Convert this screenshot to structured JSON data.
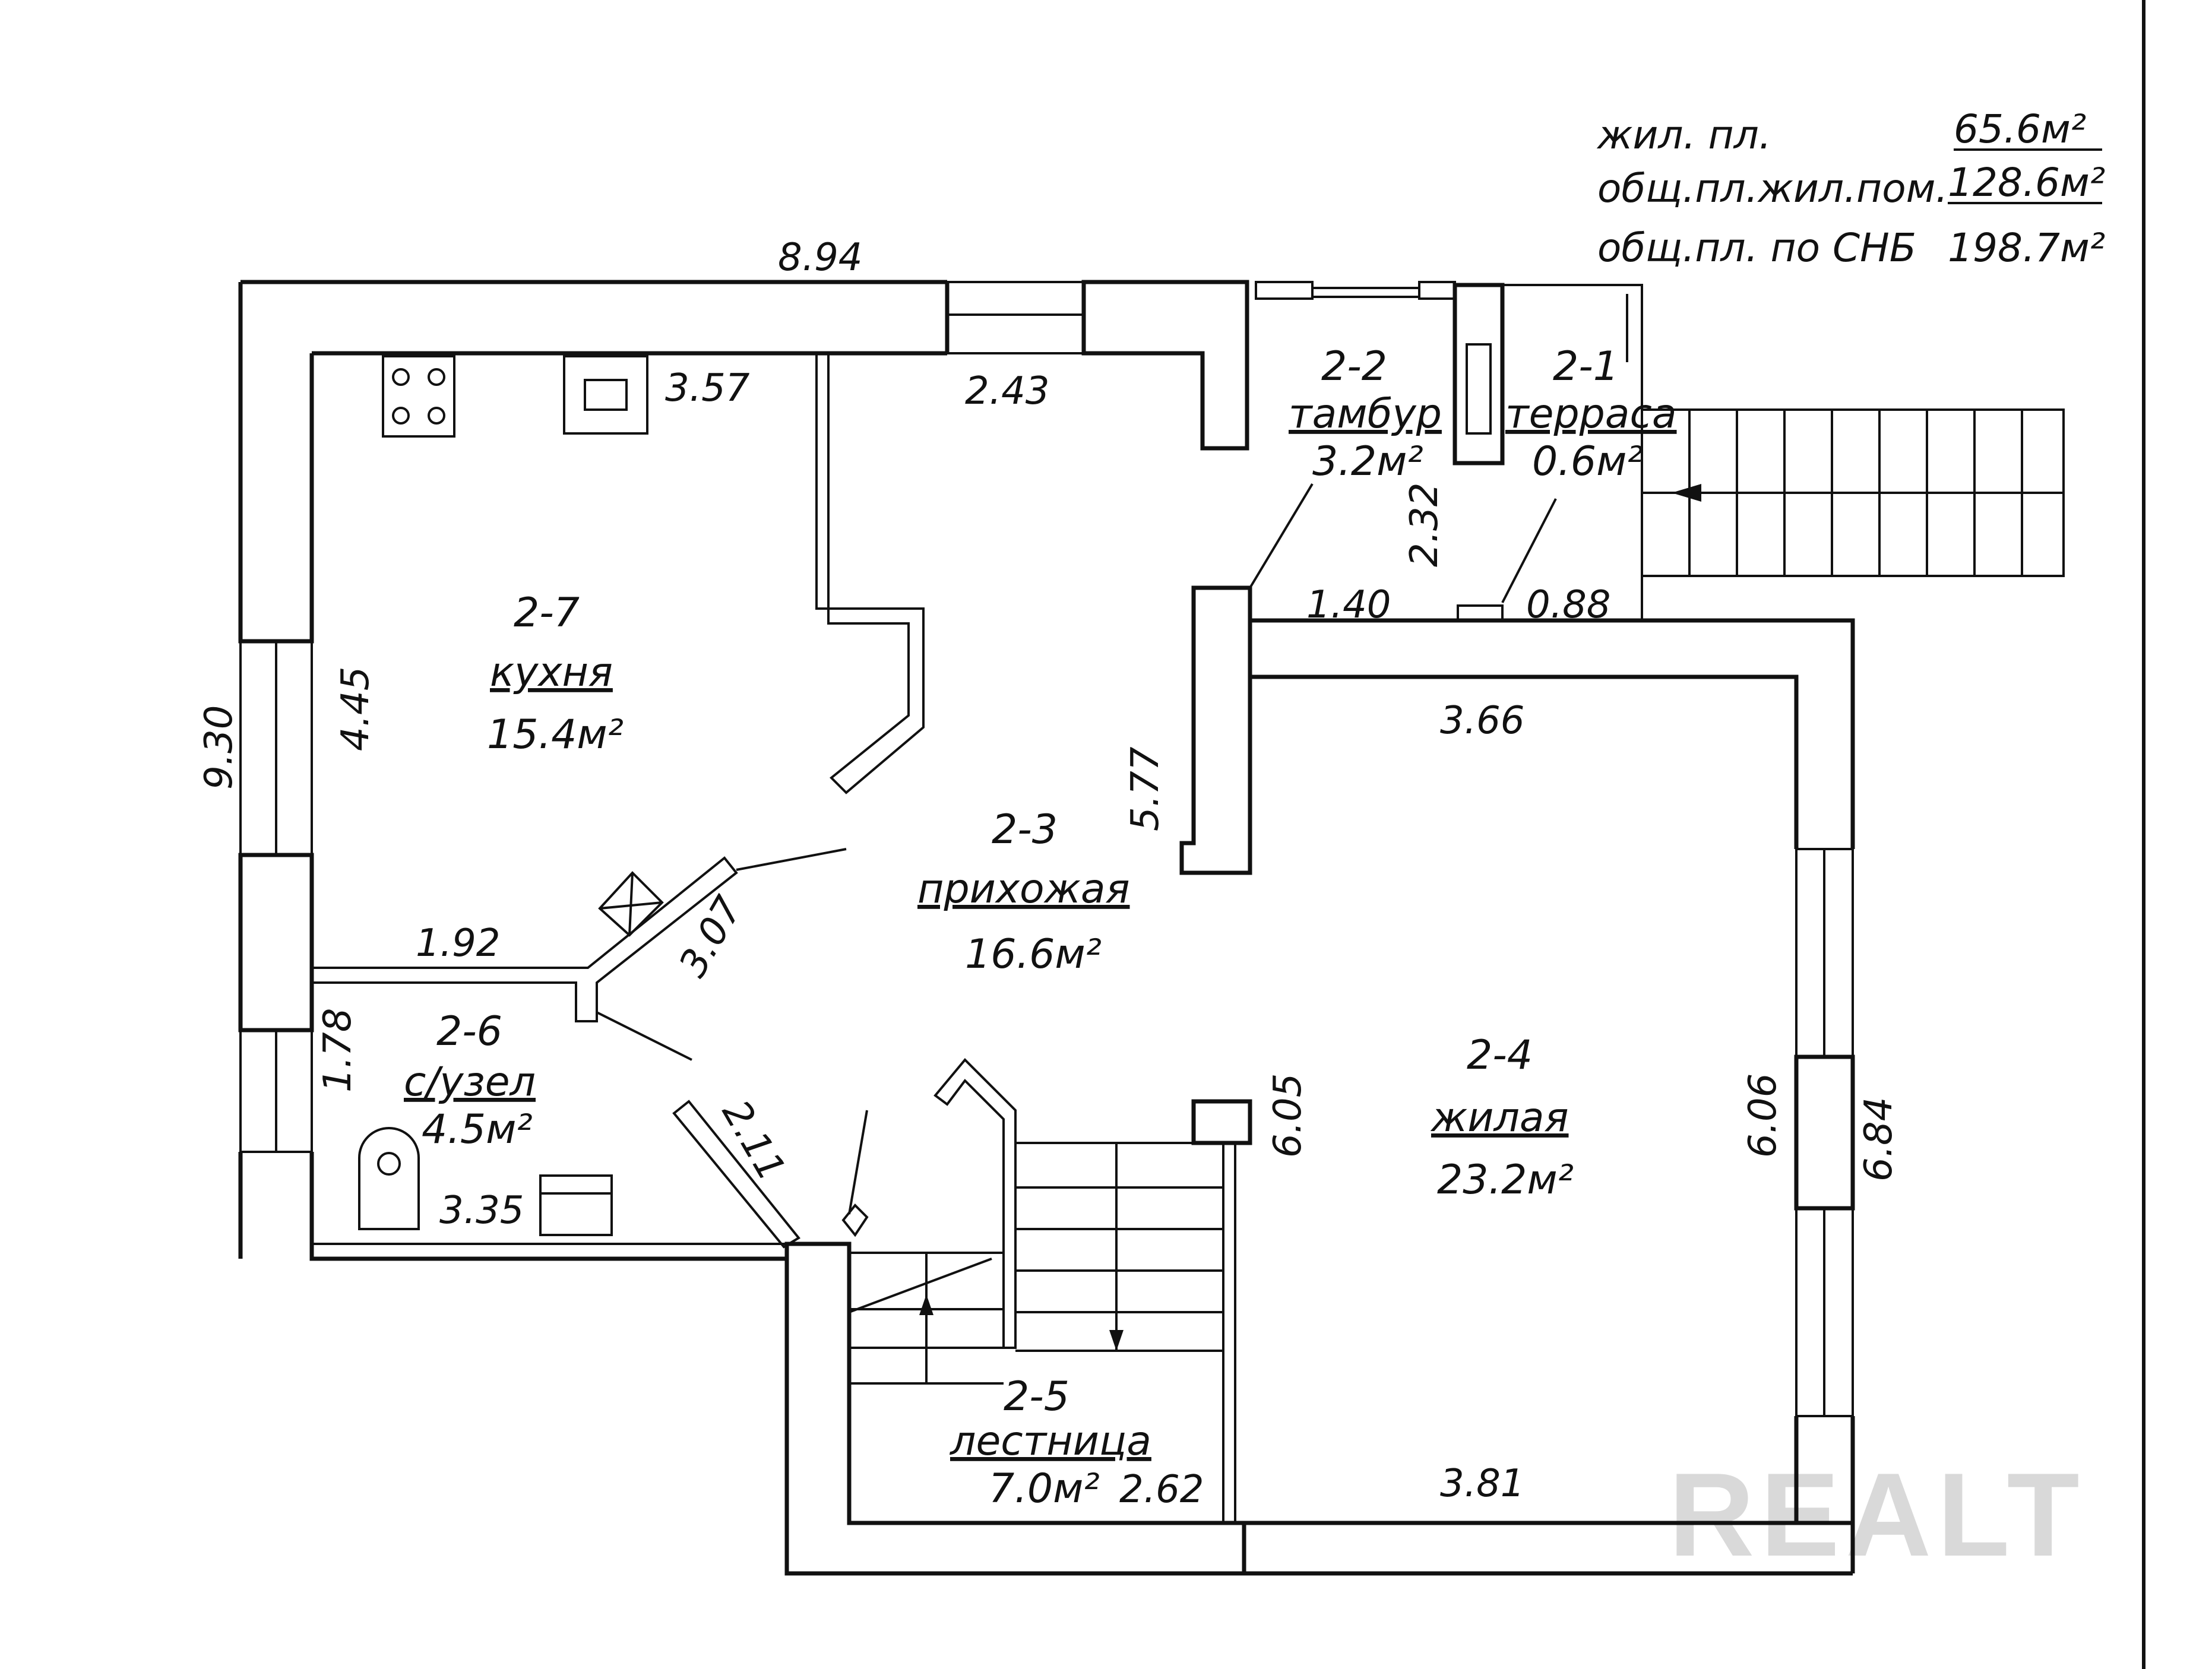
{
  "summary": {
    "living_label": "жил. пл.",
    "living_value": "65.6м²",
    "total_living_label": "общ.пл.жил.пом.",
    "total_living_value": "128.6м²",
    "total_snb_label": "общ.пл. по СНБ",
    "total_snb_value": "198.7м²"
  },
  "rooms": {
    "r21": {
      "code": "2-1",
      "name": "терраса",
      "area": "0.6м²"
    },
    "r22": {
      "code": "2-2",
      "name": "тамбур",
      "area": "3.2м²"
    },
    "r23": {
      "code": "2-3",
      "name": "прихожая",
      "area": "16.6м²"
    },
    "r24": {
      "code": "2-4",
      "name": "жилая",
      "area": "23.2м²"
    },
    "r25": {
      "code": "2-5",
      "name": "лестница",
      "area": "7.0м²"
    },
    "r26": {
      "code": "2-6",
      "name": "с/узел",
      "area": "4.5м²"
    },
    "r27": {
      "code": "2-7",
      "name": "кухня",
      "area": "15.4м²"
    }
  },
  "dimensions": {
    "d894": "8.94",
    "d357": "3.57",
    "d243": "2.43",
    "d930": "9.30",
    "d445": "4.45",
    "d140": "1.40",
    "d088": "0.88",
    "d232": "2.32",
    "d366": "3.66",
    "d577": "5.77",
    "d307": "3.07",
    "d192": "1.92",
    "d178": "1.78",
    "d335": "3.35",
    "d211": "2.11",
    "d605": "6.05",
    "d606": "6.06",
    "d684": "6.84",
    "d262": "2.62",
    "d381": "3.81"
  },
  "watermark": "REALT"
}
